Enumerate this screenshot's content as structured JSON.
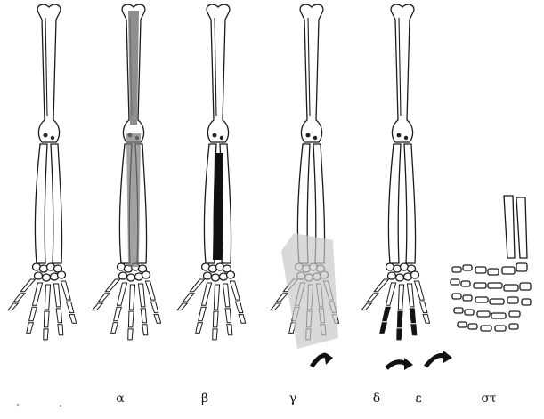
{
  "figure": {
    "panels": [
      {
        "id": "intact",
        "label": ""
      },
      {
        "id": "alpha",
        "label": "α"
      },
      {
        "id": "beta",
        "label": "β"
      },
      {
        "id": "gamma",
        "label": "γ"
      },
      {
        "id": "delta",
        "label": "δ"
      },
      {
        "id": "epsilon",
        "label": "ε"
      },
      {
        "id": "stigma",
        "label": "στ"
      }
    ],
    "colors": {
      "bone_outline": "#1a1a1a",
      "shaded_alpha": "#7a7a7a",
      "shaded_beta": "#111111",
      "shaded_gamma": "#c9c9c9",
      "missing_delta": "#111111"
    }
  }
}
